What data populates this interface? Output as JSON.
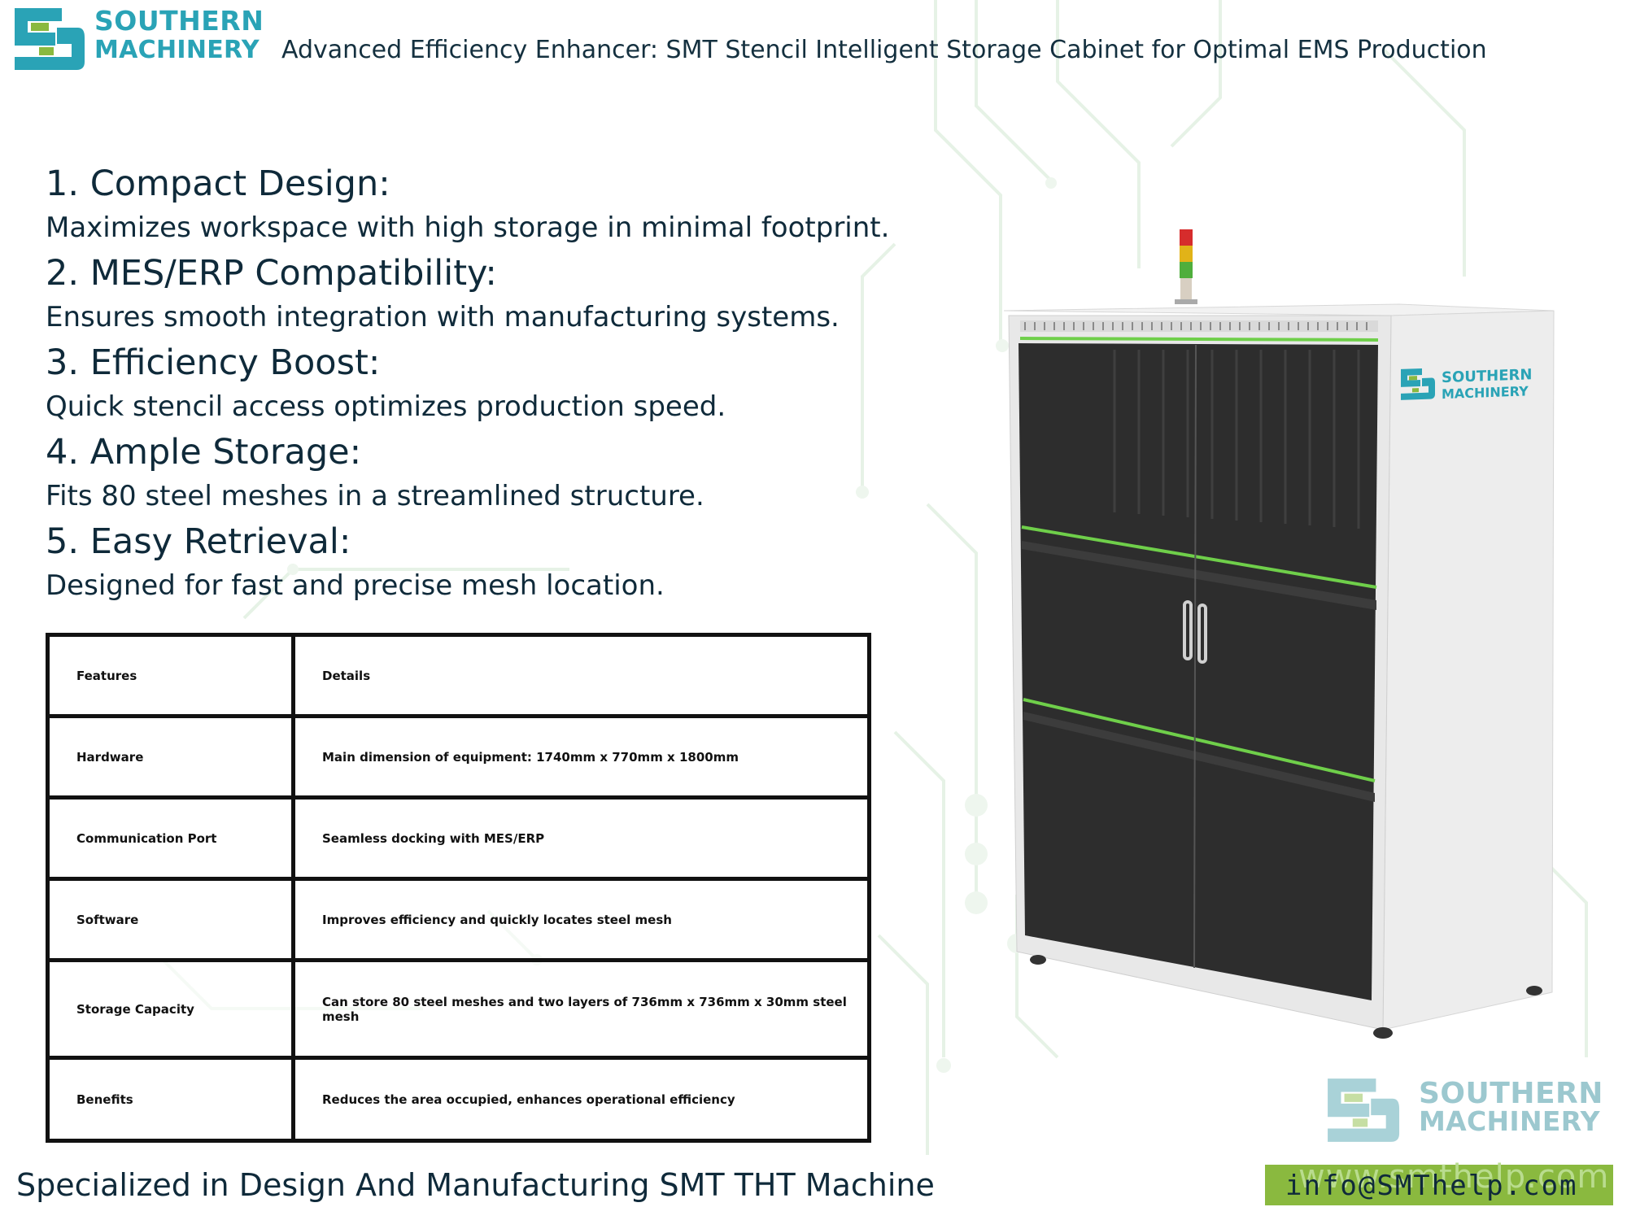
{
  "header": {
    "brand_line1": "SOUTHERN",
    "brand_line2": "MACHINERY",
    "title": "Advanced Efficiency Enhancer: SMT Stencil Intelligent Storage Cabinet for Optimal EMS Production"
  },
  "features": [
    {
      "heading": "1. Compact Design:",
      "text": "Maximizes workspace with high storage in minimal footprint."
    },
    {
      "heading": "2. MES/ERP Compatibility:",
      "text": "Ensures smooth integration with manufacturing systems."
    },
    {
      "heading": "3. Efficiency Boost:",
      "text": "Quick stencil access optimizes production speed."
    },
    {
      "heading": "4. Ample Storage:",
      "text": "Fits 80 steel meshes in a streamlined structure."
    },
    {
      "heading": "5. Easy Retrieval:",
      "text": "Designed for fast and precise mesh location."
    }
  ],
  "table": {
    "header": [
      "Features",
      "Details"
    ],
    "rows": [
      [
        "Hardware",
        "Main dimension of equipment: 1740mm x 770mm x 1800mm"
      ],
      [
        "Communication Port",
        "Seamless docking with MES/ERP"
      ],
      [
        "Software",
        "Improves efficiency and quickly locates steel mesh"
      ],
      [
        "Storage Capacity",
        "Can store 80 steel meshes and two layers of 736mm x 736mm x 30mm steel mesh"
      ],
      [
        "Benefits",
        "Reduces the area occupied, enhances operational efficiency"
      ]
    ]
  },
  "cabinet_logo": {
    "line1": "SOUTHERN",
    "line2": "MACHINERY"
  },
  "bottom_logo": {
    "line1": "SOUTHERN",
    "line2": "MACHINERY"
  },
  "footer": {
    "tagline": "Specialized in Design And Manufacturing SMT THT Machine",
    "watermark": "www.smthelp.com",
    "email": "info@SMThelp.com"
  },
  "colors": {
    "brand_teal": "#2aa3b6",
    "accent_green": "#8ab93f",
    "text_dark": "#0f2a3a"
  }
}
